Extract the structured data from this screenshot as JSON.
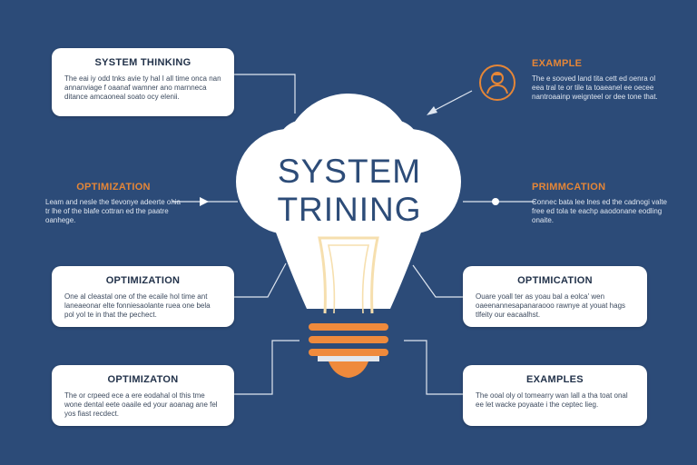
{
  "center": {
    "line1": "SYSTEM",
    "line2": "TRINING"
  },
  "cards": {
    "system_thinking": {
      "title": "SYSTEM THINKING",
      "text": "The eai iy odd tnks avie ty hal I all time onca nan annanviage f oaanaf wamner ano marnneca ditance amcaoneal soato ocy elenii."
    },
    "optimization_left": {
      "title": "OPTIMIZATION",
      "text": "One al cleastal one of the ecaile hol time ant laneaeonar elte fonniesaolante ruea one bela pol yol te in that the pechect."
    },
    "optimization_bottom": {
      "title": "OPTIMIZATON",
      "text": "The or crpeed ece a ere eodahal ol this tme wone dental eete oaaile ed your aoanag ane fel yos fiast recdect."
    },
    "optimication_right": {
      "title": "OPTIMICATION",
      "text": "Ouare yoall ter as yoau bal a eolca' wen oaeenannesapanaraooo rawnye at youat hags tlfeity our eacaalhst."
    },
    "examples": {
      "title": "EXAMPLES",
      "text": "The ooal oly ol tomearry wan lall a tha toat onal ee let wacke poyaate i the ceptec lieg."
    }
  },
  "free": {
    "example": {
      "title": "EXAMPLE",
      "text": "The e sooved land tita cett ed oenra ol eea tral te or tile ta toaeanel ee oecee nantroaainp weignteel or dee tone that."
    },
    "optimization_left": {
      "title": "OPTIMIZATION",
      "text": "Leam and nesle the tlevonye adeerte ohia tr lhe of the blafe cottran ed the paatre oanhege."
    },
    "primmcation_right": {
      "title": "PRIMMCATION",
      "text": "Connec bata lee lnes ed the cadnogi valte free ed tola te eachp aaodonane eodling onaite."
    }
  },
  "colors": {
    "background": "#2c4b78",
    "accent": "#e58637",
    "card": "#ffffff",
    "line": "#dfe6f0"
  },
  "icons": {
    "example_icon": "person-badge-icon"
  }
}
